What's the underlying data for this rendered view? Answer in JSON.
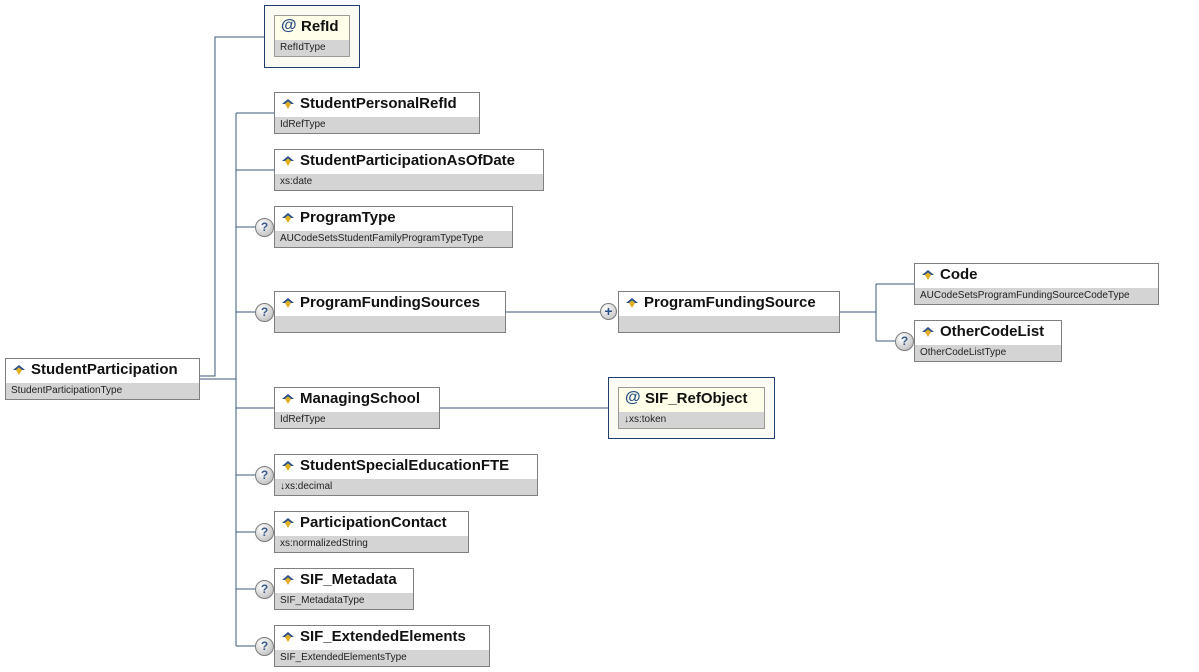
{
  "root": {
    "name": "StudentParticipation",
    "type": "StudentParticipationType"
  },
  "refid_attr": {
    "name": "RefId",
    "type": "RefIdType"
  },
  "elements": [
    {
      "name": "StudentPersonalRefId",
      "type": "IdRefType",
      "optional": false
    },
    {
      "name": "StudentParticipationAsOfDate",
      "type": "xs:date",
      "optional": false
    },
    {
      "name": "ProgramType",
      "type": "AUCodeSetsStudentFamilyProgramTypeType",
      "optional": true
    },
    {
      "name": "ProgramFundingSources",
      "type": "",
      "optional": true
    },
    {
      "name": "ManagingSchool",
      "type": "IdRefType",
      "optional": false
    },
    {
      "name": "StudentSpecialEducationFTE",
      "type": "↓xs:decimal",
      "optional": true
    },
    {
      "name": "ParticipationContact",
      "type": "xs:normalizedString",
      "optional": true
    },
    {
      "name": "SIF_Metadata",
      "type": "SIF_MetadataType",
      "optional": true
    },
    {
      "name": "SIF_ExtendedElements",
      "type": "SIF_ExtendedElementsType",
      "optional": true
    }
  ],
  "funding_source": {
    "name": "ProgramFundingSource",
    "type": "",
    "sequence_symbol": "+"
  },
  "code": {
    "name": "Code",
    "type": "AUCodeSetsProgramFundingSourceCodeType"
  },
  "other_code_list": {
    "name": "OtherCodeList",
    "type": "OtherCodeListType"
  },
  "sif_refobject_attr": {
    "name": "SIF_RefObject",
    "type": "↓xs:token"
  },
  "symbols": {
    "optional": "?",
    "attribute": "@"
  },
  "colors": {
    "connector": "#3a5a7a",
    "type_bar": "#d4d4d4",
    "attr_frame": "#1e3f6b",
    "element_icon_blue": "#2b4f86",
    "element_icon_gold": "#e0b020"
  }
}
